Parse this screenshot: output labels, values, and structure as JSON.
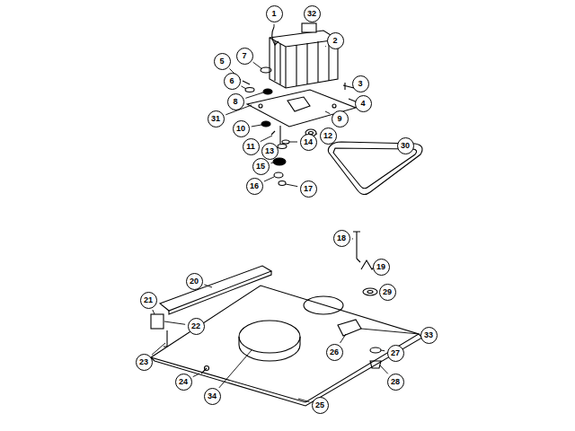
{
  "diagram": {
    "labels": [
      "1",
      "32",
      "2",
      "7",
      "5",
      "3",
      "6",
      "4",
      "8",
      "31",
      "9",
      "10",
      "12",
      "11",
      "14",
      "13",
      "30",
      "15",
      "16",
      "17",
      "18",
      "19",
      "20",
      "29",
      "21",
      "22",
      "26",
      "33",
      "23",
      "27",
      "24",
      "28",
      "34",
      "25"
    ]
  }
}
